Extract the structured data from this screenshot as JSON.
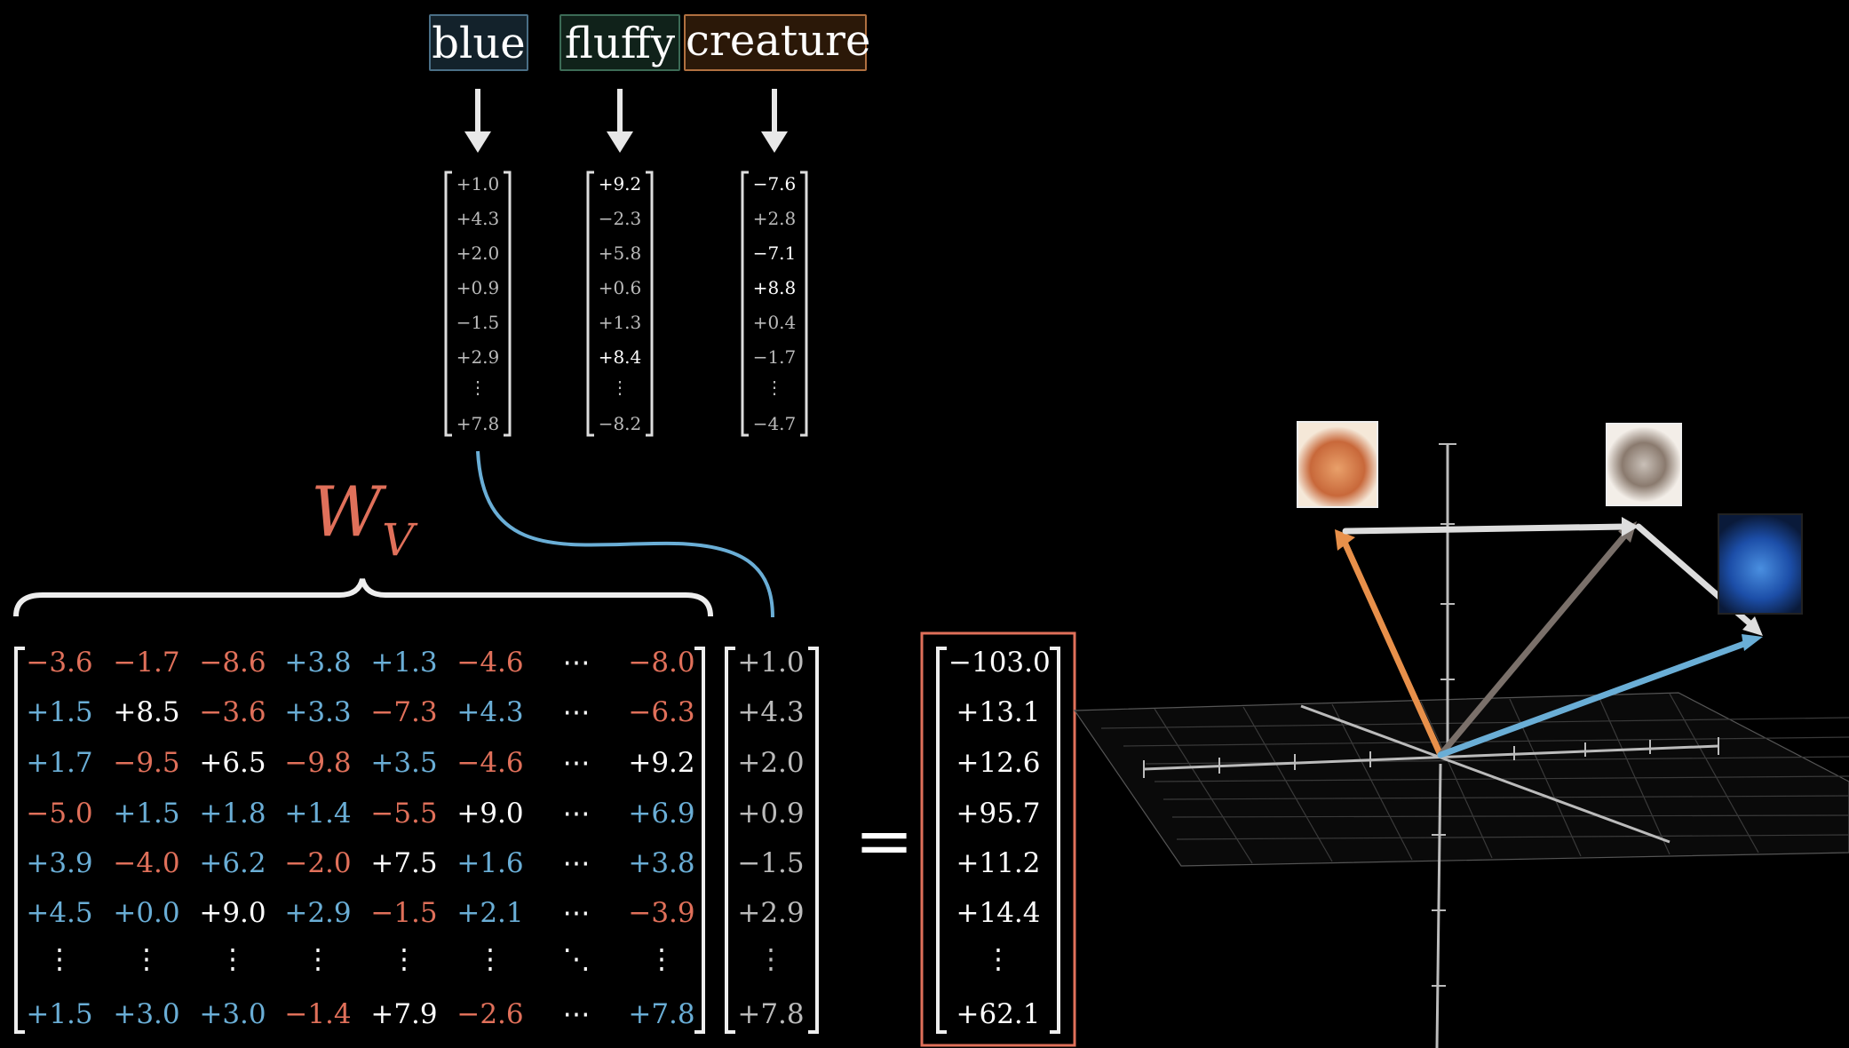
{
  "tokens": [
    {
      "label": "blue",
      "color": "#4a6f86"
    },
    {
      "label": "fluffy",
      "color": "#3c6b56"
    },
    {
      "label": "creature",
      "color": "#b07040"
    }
  ],
  "embeddings": [
    [
      "+1.0",
      "+4.3",
      "+2.0",
      "+0.9",
      "−1.5",
      "+2.9",
      "⋮",
      "+7.8"
    ],
    [
      "+9.2",
      "−2.3",
      "+5.8",
      "+0.6",
      "+1.3",
      "+8.4",
      "⋮",
      "−8.2"
    ],
    [
      "−7.6",
      "+2.8",
      "−7.1",
      "+8.8",
      "+0.4",
      "−1.7",
      "⋮",
      "−4.7"
    ]
  ],
  "matrix_label": "W",
  "matrix_label_sub": "V",
  "matrix": [
    [
      "−3.6",
      "−1.7",
      "−8.6",
      "+3.8",
      "+1.3",
      "−4.6",
      "⋯",
      "−8.0"
    ],
    [
      "+1.5",
      "+8.5",
      "−3.6",
      "+3.3",
      "−7.3",
      "+4.3",
      "⋯",
      "−6.3"
    ],
    [
      "+1.7",
      "−9.5",
      "+6.5",
      "−9.8",
      "+3.5",
      "−4.6",
      "⋯",
      "+9.2"
    ],
    [
      "−5.0",
      "+1.5",
      "+1.8",
      "+1.4",
      "−5.5",
      "+9.0",
      "⋯",
      "+6.9"
    ],
    [
      "+3.9",
      "−4.0",
      "+6.2",
      "−2.0",
      "+7.5",
      "+1.6",
      "⋯",
      "+3.8"
    ],
    [
      "+4.5",
      "+0.0",
      "+9.0",
      "+2.9",
      "−1.5",
      "+2.1",
      "⋯",
      "−3.9"
    ],
    [
      "⋮",
      "⋮",
      "⋮",
      "⋮",
      "⋮",
      "⋮",
      "⋱",
      "⋮"
    ],
    [
      "+1.5",
      "+3.0",
      "+3.0",
      "−1.4",
      "+7.9",
      "−2.6",
      "⋯",
      "+7.8"
    ]
  ],
  "matrix_colors": [
    [
      "#e0705a",
      "#e0705a",
      "#e0705a",
      "#6aaed6",
      "#6aaed6",
      "#e0705a",
      "#fff",
      "#e0705a"
    ],
    [
      "#6aaed6",
      "#fff",
      "#e0705a",
      "#6aaed6",
      "#e0705a",
      "#6aaed6",
      "#fff",
      "#e0705a"
    ],
    [
      "#6aaed6",
      "#e0705a",
      "#fff",
      "#e0705a",
      "#6aaed6",
      "#e0705a",
      "#fff",
      "#fff"
    ],
    [
      "#e0705a",
      "#6aaed6",
      "#6aaed6",
      "#6aaed6",
      "#e0705a",
      "#fff",
      "#fff",
      "#6aaed6"
    ],
    [
      "#6aaed6",
      "#e0705a",
      "#6aaed6",
      "#e0705a",
      "#fff",
      "#6aaed6",
      "#fff",
      "#6aaed6"
    ],
    [
      "#6aaed6",
      "#6aaed6",
      "#fff",
      "#6aaed6",
      "#e0705a",
      "#6aaed6",
      "#fff",
      "#e0705a"
    ],
    [
      "#fff",
      "#fff",
      "#fff",
      "#fff",
      "#fff",
      "#fff",
      "#fff",
      "#fff"
    ],
    [
      "#6aaed6",
      "#6aaed6",
      "#6aaed6",
      "#e0705a",
      "#fff",
      "#e0705a",
      "#fff",
      "#6aaed6"
    ]
  ],
  "input_vector": [
    "+1.0",
    "+4.3",
    "+2.0",
    "+0.9",
    "−1.5",
    "+2.9",
    "⋮",
    "+7.8"
  ],
  "equals": "=",
  "output_vector": [
    "−103.0",
    "+13.1",
    "+12.6",
    "+95.7",
    "+11.2",
    "+14.4",
    "⋮",
    "+62.1"
  ],
  "colors": {
    "accent_red": "#e0705a",
    "accent_blue": "#6aaed6",
    "arrow_orange": "#e8904a",
    "arrow_gray": "#7a706a",
    "arrow_blue": "#6aaed6"
  }
}
